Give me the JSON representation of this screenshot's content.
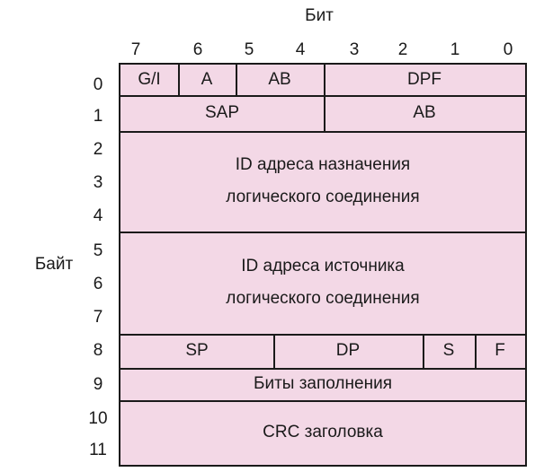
{
  "axis": {
    "bits_title": "Бит",
    "bytes_title": "Байт"
  },
  "bits": [
    "7",
    "6",
    "5",
    "4",
    "3",
    "2",
    "1",
    "0"
  ],
  "bytes": [
    "0",
    "1",
    "2",
    "3",
    "4",
    "5",
    "6",
    "7",
    "8",
    "9",
    "10",
    "11"
  ],
  "fields": {
    "gi": "G/I",
    "a": "A",
    "ab0": "AB",
    "dpf": "DPF",
    "sap": "SAP",
    "ab1": "AB",
    "dest_line1": "ID адреса назначения",
    "dest_line2": "логического соединения",
    "src_line1": "ID адреса источника",
    "src_line2": "логического соединения",
    "sp": "SP",
    "dp": "DP",
    "s": "S",
    "f": "F",
    "padding": "Биты заполнения",
    "crc": "CRC заголовка"
  }
}
